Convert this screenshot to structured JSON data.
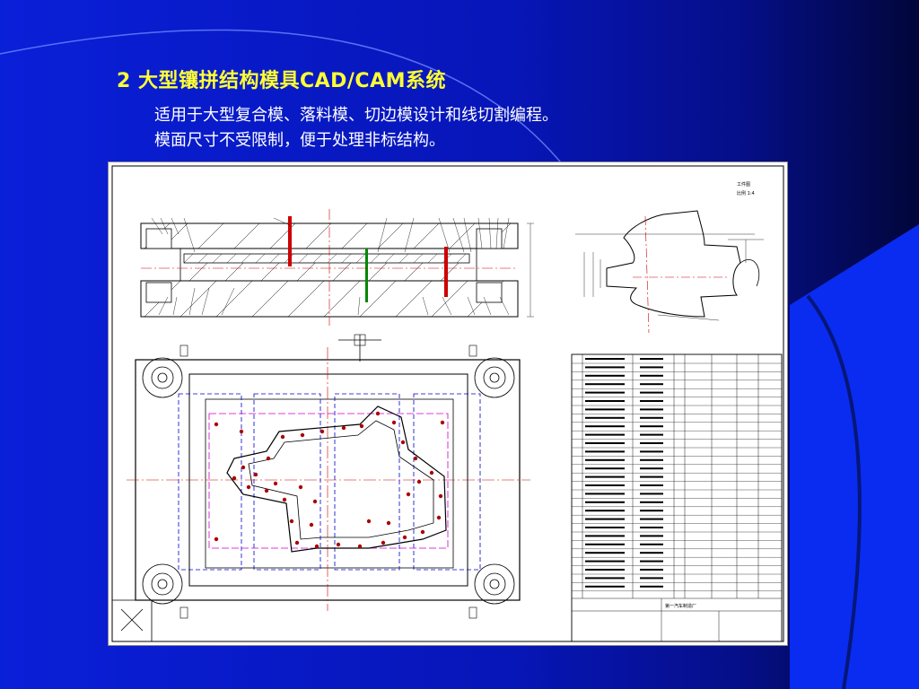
{
  "slide": {
    "title": "2 大型镶拼结构模具CAD/CAM系统",
    "line1": "适用于大型复合模、落料模、切边模设计和线切割编程。",
    "line2": "模面尺寸不受限制，便于处理非标结构。"
  },
  "drawing": {
    "note1": "工件图",
    "note2": "比例 1:4",
    "footer_org": "第一汽车制造厂",
    "colors": {
      "red": "#cc0000",
      "blue": "#0000cc",
      "magenta": "#cc00cc",
      "green": "#008800",
      "black": "#000000"
    }
  }
}
